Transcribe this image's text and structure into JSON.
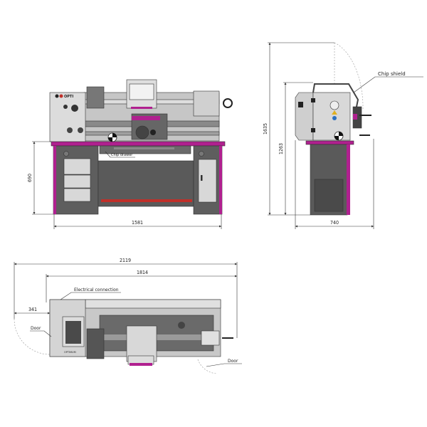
{
  "colors": {
    "accent": "#b0208f",
    "light_grey": "#d4d4d4",
    "mid_grey": "#9a9a9a",
    "dark_grey": "#5a5a5a",
    "red": "#c0302a"
  },
  "front_view": {
    "dimensions": {
      "height": "690",
      "width": "1581"
    },
    "labels": {
      "chip_drawer": "Chip drawer"
    },
    "logo": "OPTI"
  },
  "side_view": {
    "dimensions": {
      "total_height": "1635",
      "machine_height": "1263",
      "depth": "740"
    },
    "labels": {
      "chip_shield": "Chip shield"
    }
  },
  "top_view": {
    "dimensions": {
      "total_length": "2119",
      "machine_length": "1814",
      "door_swing": "341"
    },
    "labels": {
      "electrical_connection": "Electrical connection",
      "door_left": "Door",
      "door_right": "Door"
    },
    "logo": "OPTIMUM"
  }
}
